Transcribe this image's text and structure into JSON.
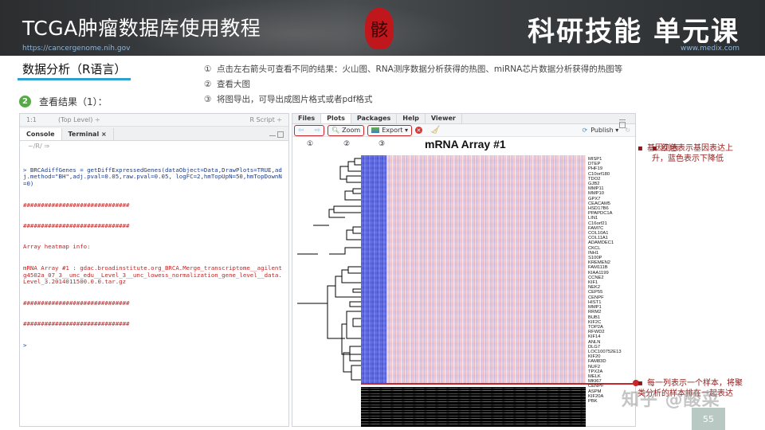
{
  "header": {
    "title_left": "TCGA肿瘤数据库使用教程",
    "url_left": "https://cancergenome.nih.gov",
    "title_right": "科研技能 单元课",
    "url_right": "www.medix.com",
    "seal_glyph": "骸"
  },
  "section": {
    "title": "数据分析（R语言）",
    "step_number": "2",
    "step_label": "查看结果（1）："
  },
  "notes": [
    {
      "mark": "①",
      "text": "点击左右箭头可查看不同的结果：火山图、RNA测序数据分析获得的热图、miRNA芯片数据分析获得的热图等"
    },
    {
      "mark": "②",
      "text": "查看大图"
    },
    {
      "mark": "③",
      "text": "将图导出，可导出成图片格式或者pdf格式"
    }
  ],
  "left_panel": {
    "source_bar": {
      "position": "1:1",
      "scope": "(Top Level) ÷",
      "type": "R Script ÷"
    },
    "tabs": [
      {
        "label": "Console",
        "active": true
      },
      {
        "label": "Terminal ×",
        "active": false
      }
    ],
    "working_dir": "~/R/ ⇒",
    "console": {
      "command": "> BRCAdiffGenes = getDiffExpressedGenes(dataObject=Data,DrawPlots=TRUE,adj.method=\"BH\",adj.pval=0.05,raw.pval=0.05, logFC=2,hmTopUpN=50,hmTopDownN=0)",
      "hash1": "##############################",
      "hash2": "##############################",
      "info_label": "Array heatmap info:",
      "info_text": "mRNA Array #1 : gdac.broadinstitute.org_BRCA.Merge_transcriptome__agilentg4502a_07_3__unc_edu__Level_3__unc_lowess_normalization_gene_level__data.Level_3.2014011500.0.0.tar.gz",
      "hash3": "##############################",
      "hash4": "##############################",
      "prompt": "> "
    }
  },
  "right_panel": {
    "tabs": [
      {
        "label": "Files"
      },
      {
        "label": "Plots"
      },
      {
        "label": "Packages"
      },
      {
        "label": "Help"
      },
      {
        "label": "Viewer"
      }
    ],
    "toolbar": {
      "back_icon": "⇦",
      "forward_icon": "⇨",
      "zoom_label": "Zoom",
      "export_label": "Export ▾",
      "publish_label": "Publish ▾"
    },
    "annotations": [
      "①",
      "②",
      "③"
    ],
    "plot_title": "mRNA Array #1",
    "genes": [
      "MISP1",
      "DTEP",
      "PHF19",
      "C10orf180",
      "TDO2",
      "GJB2",
      "MMP11",
      "MMP10",
      "GPX7",
      "CEACAM5",
      "HSD17B6",
      "PPAPDC1A",
      "LIN1",
      "C16orf21",
      "FAM7C",
      "COL10A1",
      "COL11A1",
      "ADAMDEC1",
      "CKCL",
      "INH1",
      "S100P",
      "KREMEN2",
      "FAM111B",
      "KIAA1199",
      "CCNE2",
      "KIF1",
      "NEK2",
      "CEP55",
      "CENPF",
      "HIST1",
      "MMP1",
      "RRM2",
      "BUB1",
      "KIF2C",
      "TOP2A",
      "RFWD2",
      "KIF14",
      "ANLN",
      "DLG7",
      "LOC100752E13",
      "KIF20",
      "FAM83D",
      "NUF2",
      "TPX2A",
      "MELK",
      "MKI67",
      "CENPF",
      "ASPM",
      "KIF20A",
      "PBK"
    ]
  },
  "annotations_right": {
    "gene_list_note": "基因列表",
    "red_blue_note": "红色表示基因表达上升，蓝色表示下降低",
    "column_note": "每一列表示一个样本，将聚类分析的样本排在一起表达"
  },
  "footer": {
    "page_number": "55",
    "watermark": "知乎 @酸菜"
  }
}
